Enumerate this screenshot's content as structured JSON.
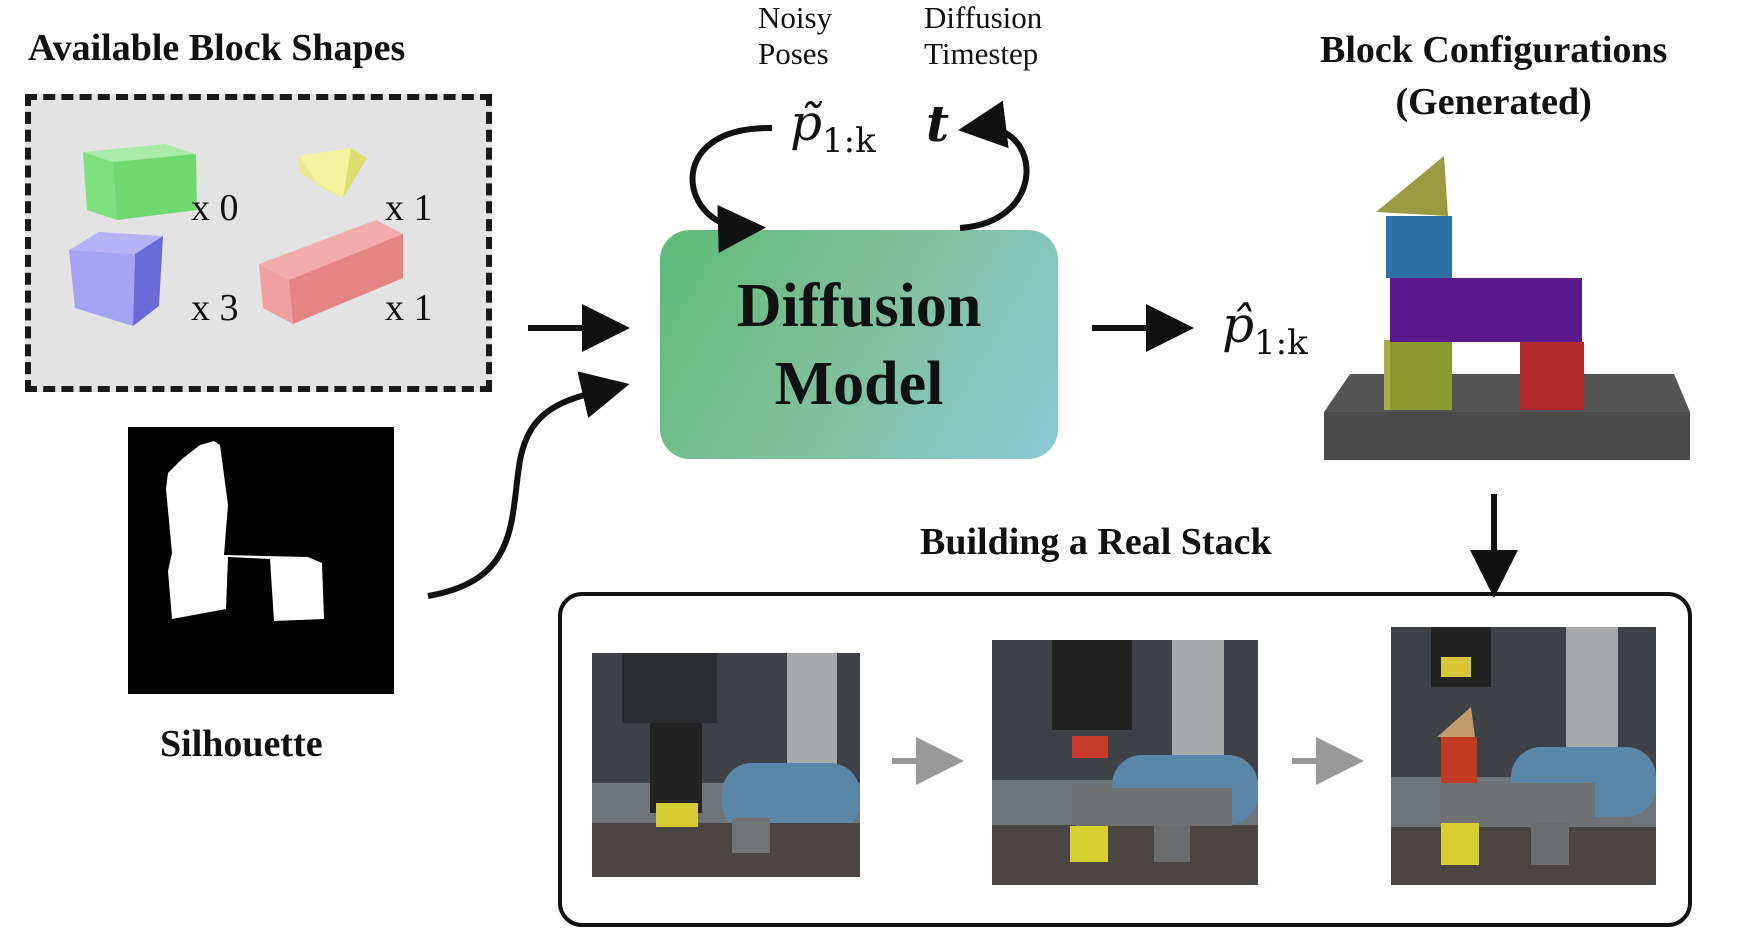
{
  "shapes_panel": {
    "title": "Available Block Shapes",
    "items": [
      {
        "shape": "green-long-block",
        "color": "#6fd86f",
        "count_label": "x 0"
      },
      {
        "shape": "yellow-wedge-block",
        "color": "#f2f28a",
        "count_label": "x 1"
      },
      {
        "shape": "blue-cube-block",
        "color": "#8f8ff0",
        "count_label": "x 3"
      },
      {
        "shape": "red-long-block",
        "color": "#ec8a8a",
        "count_label": "x 1"
      }
    ]
  },
  "silhouette": {
    "label": "Silhouette"
  },
  "model": {
    "label_line1": "Diffusion",
    "label_line2": "Model",
    "gradient_colors": [
      "#5dbb77",
      "#8bcad6"
    ]
  },
  "loop": {
    "noisy_poses_label": [
      "Noisy",
      "Poses"
    ],
    "timestep_label": [
      "Diffusion",
      "Timestep"
    ],
    "noisy_symbol": "p̃",
    "time_symbol": "t",
    "subscript": "1:k"
  },
  "output": {
    "symbol": "p̂",
    "subscript": "1:k"
  },
  "generated": {
    "title_line1": "Block Configurations",
    "title_line2": "(Generated)",
    "block_colors": {
      "wedge": "#9a9a40",
      "blue": "#2e6fa6",
      "purple": "#5a1a8c",
      "green": "#8a9a30",
      "red": "#b02a2a",
      "table": "#4a4a4a"
    }
  },
  "real_stack": {
    "title": "Building a Real Stack",
    "photos": [
      "photo-step-1",
      "photo-step-2",
      "photo-step-3"
    ]
  }
}
